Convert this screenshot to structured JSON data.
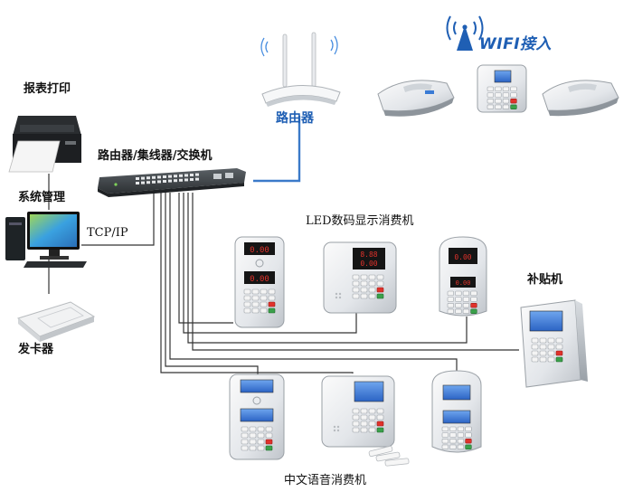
{
  "labels": {
    "printer": "报表打印",
    "system": "系统管理",
    "switch": "路由器/集线器/交换机",
    "protocol": "TCP/IP",
    "card_issuer": "发卡器",
    "router": "路由器",
    "wifi": "WIFI接入",
    "led_group": "LED数码显示消费机",
    "subsidy": "补贴机",
    "voice_group": "中文语音消费机"
  },
  "colors": {
    "wire": "#333333",
    "uplink": "#3b7ac9",
    "label_blue": "#1f5fb4",
    "led_red": "#e0322b",
    "lcd_blue": "#3a7bd5",
    "device_shell": "#e9ecef",
    "switch_body": "#3f4447"
  },
  "icons": {
    "printer": "printer-icon",
    "computer": "computer-icon",
    "card_issuer": "card-reader-icon",
    "switch": "network-switch-icon",
    "router": "wifi-router-icon",
    "wifi": "wifi-signal-icon"
  }
}
